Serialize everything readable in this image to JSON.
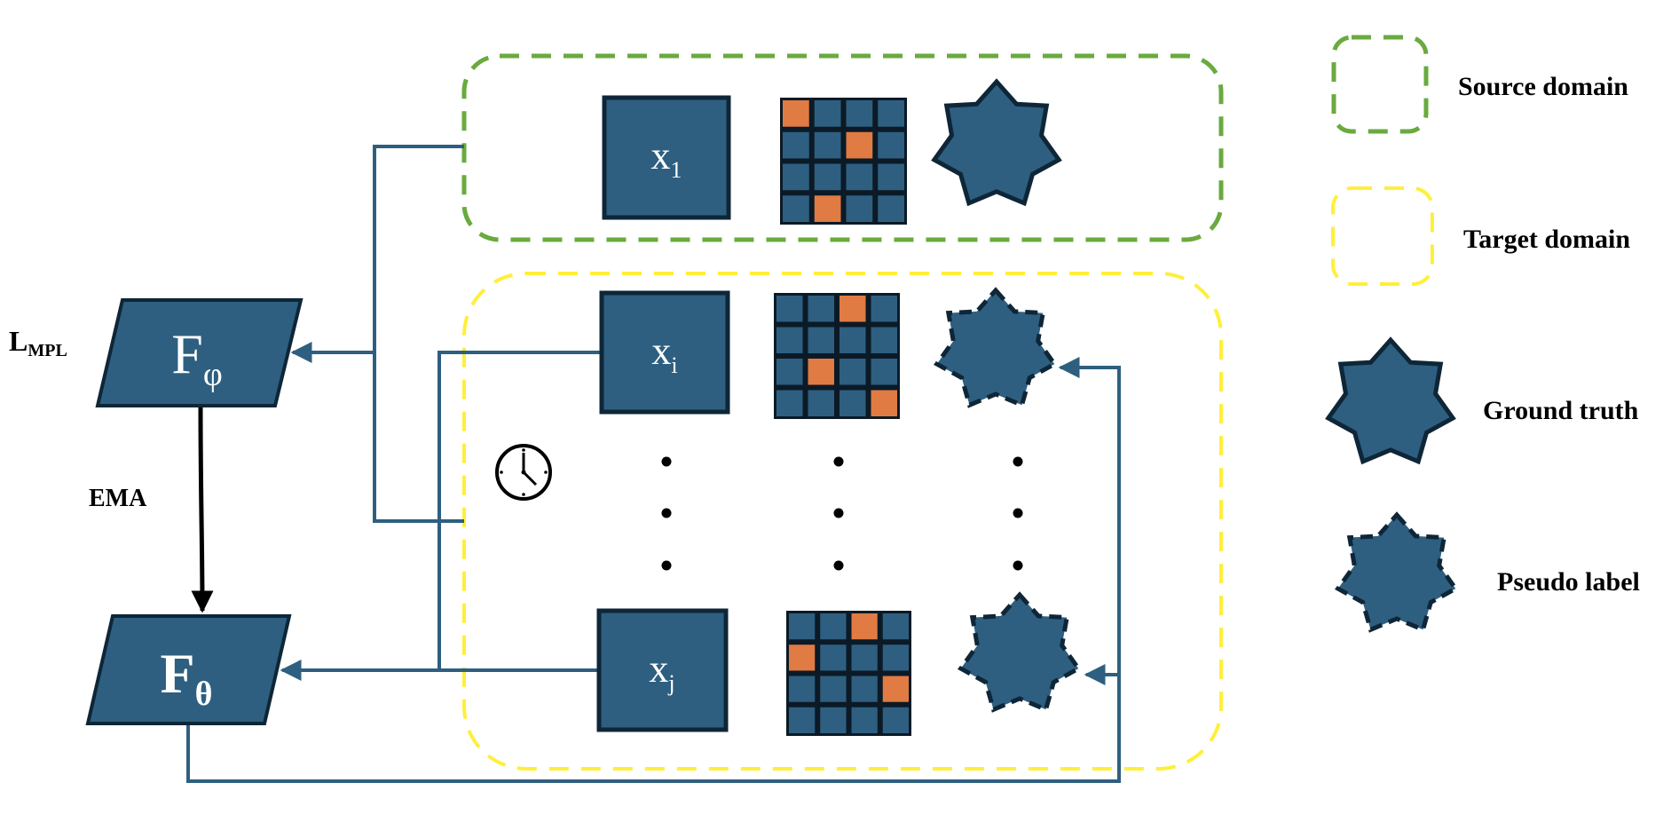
{
  "colors": {
    "node": "#2e5f80",
    "node_border": "#0e2637",
    "grid_cell": "#2e5f80",
    "grid_highlight": "#e07b43",
    "grid_lines": "#0b1a26",
    "connector": "#2e5f80",
    "ema_arrow": "#000000",
    "source_border": "#6aaa3e",
    "target_border": "#ffef3a"
  },
  "models": {
    "student": {
      "base": "F",
      "sub": "φ"
    },
    "teacher": {
      "base": "F",
      "sub": "θ"
    }
  },
  "side_labels": {
    "loss": {
      "base": "L",
      "sub": "MPL"
    },
    "ema": "EMA"
  },
  "source_sample": {
    "base": "x",
    "sub": "1"
  },
  "target_samples": [
    {
      "base": "x",
      "sub": "i"
    },
    {
      "base": "x",
      "sub": "j"
    }
  ],
  "grid_highlights": {
    "source": [
      [
        0,
        0
      ],
      [
        1,
        2
      ],
      [
        3,
        1
      ]
    ],
    "target_i": [
      [
        0,
        2
      ],
      [
        2,
        1
      ],
      [
        3,
        3
      ]
    ],
    "target_j": [
      [
        0,
        2
      ],
      [
        1,
        0
      ],
      [
        2,
        3
      ]
    ]
  },
  "legend": {
    "source_domain": "Source domain",
    "target_domain": "Target domain",
    "ground_truth": "Ground truth",
    "pseudo_label": "Pseudo label"
  },
  "icons": {
    "clock": "clock-icon",
    "ground_truth": "star-icon",
    "pseudo_label": "dashed-star-icon",
    "ellipsis": "vertical-ellipsis"
  }
}
